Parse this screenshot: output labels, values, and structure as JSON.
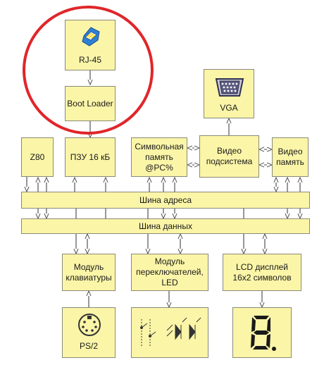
{
  "blocks": {
    "rj45": "RJ-45",
    "boot_loader": "Boot Loader",
    "vga": "VGA",
    "z80": "Z80",
    "rom": "ПЗУ 16 кБ",
    "char_mem": "Символьная\nпамять\n@PC%",
    "video_subsys": "Видео\nподсистема",
    "video_mem": "Видео\nпамять",
    "keyboard": "Модуль\nклавиатуры",
    "switches": "Модуль\nпереключателей,\nLED",
    "lcd": "LCD дисплей\n16х2 символов",
    "ps2": "PS/2"
  },
  "buses": {
    "address": "Шина адреса",
    "data": "Шина данных"
  },
  "icons": {
    "rj45": "rj45-connector-icon",
    "vga": "vga-connector-icon",
    "ps2": "ps2-connector-icon",
    "switch_led": "switch-led-schematic-icon",
    "seven_segment": "seven-segment-display-icon"
  },
  "colors": {
    "block_fill": "#fbf5a8",
    "highlight": "#e0262a"
  }
}
